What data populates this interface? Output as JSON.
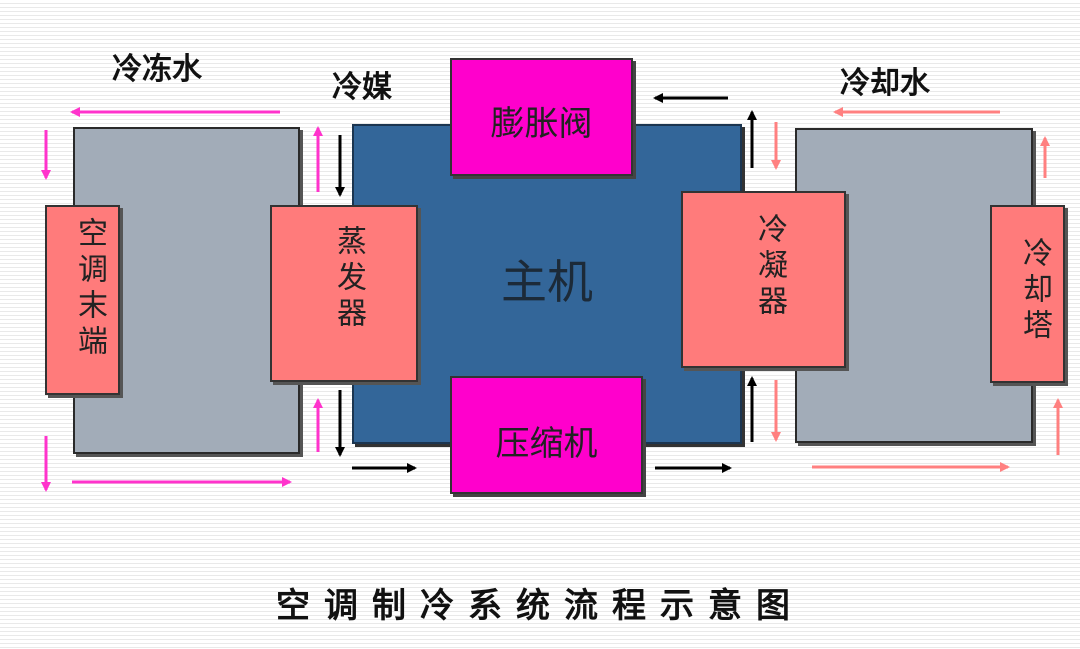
{
  "labels": {
    "chilled_water": "冷冻水",
    "refrigerant": "冷媒",
    "cooling_water": "冷却水"
  },
  "boxes": {
    "terminal": "空调末端",
    "evaporator": "蒸发器",
    "host": "主机",
    "expansion_valve": "膨胀阀",
    "compressor": "压缩机",
    "condenser": "冷凝器",
    "cooling_tower": "冷却塔"
  },
  "title": "空调制冷系统流程示意图",
  "colors": {
    "pink_arrow": "#ff33cc",
    "salmon_arrow": "#ff8080",
    "black_arrow": "#000000",
    "box_gray": "#a2acb8",
    "box_blue": "#336699",
    "box_salmon": "#ff7b7b",
    "box_magenta": "#ff00cc"
  }
}
